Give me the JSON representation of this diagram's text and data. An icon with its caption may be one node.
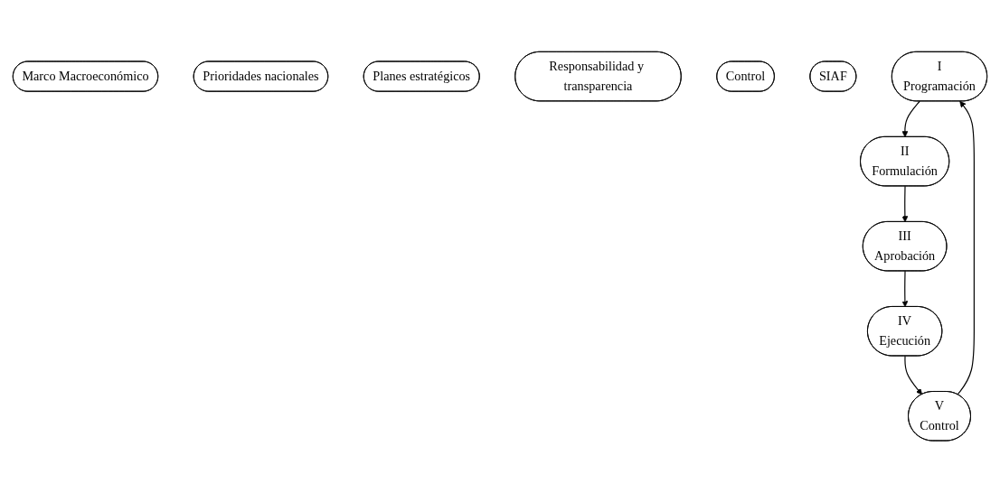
{
  "diagram": {
    "nodes": [
      {
        "text": [
          "Marco Macroeconómico"
        ]
      },
      {
        "text": [
          "Prioridades nacionales"
        ]
      },
      {
        "text": [
          "Planes estratégicos"
        ]
      },
      {
        "text": [
          "Responsabilidad y transparencia"
        ]
      },
      {
        "text": [
          "Control"
        ]
      },
      {
        "text": [
          "SIAF"
        ]
      },
      {
        "text": [
          "I",
          "Programación"
        ]
      },
      {
        "text": [
          "II",
          "Formulación"
        ]
      },
      {
        "text": [
          "III",
          "Aprobación"
        ]
      },
      {
        "text": [
          "IV",
          "Ejecución"
        ]
      },
      {
        "text": [
          "V",
          "Control"
        ]
      }
    ],
    "edges": [
      {
        "from": 6,
        "to": 7,
        "arrow": "to"
      },
      {
        "from": 7,
        "to": 8,
        "arrow": "to"
      },
      {
        "from": 8,
        "to": 9,
        "arrow": "to"
      },
      {
        "from": 9,
        "to": 10,
        "arrow": "to"
      },
      {
        "from": 10,
        "to": 6,
        "arrow": "to"
      }
    ]
  }
}
